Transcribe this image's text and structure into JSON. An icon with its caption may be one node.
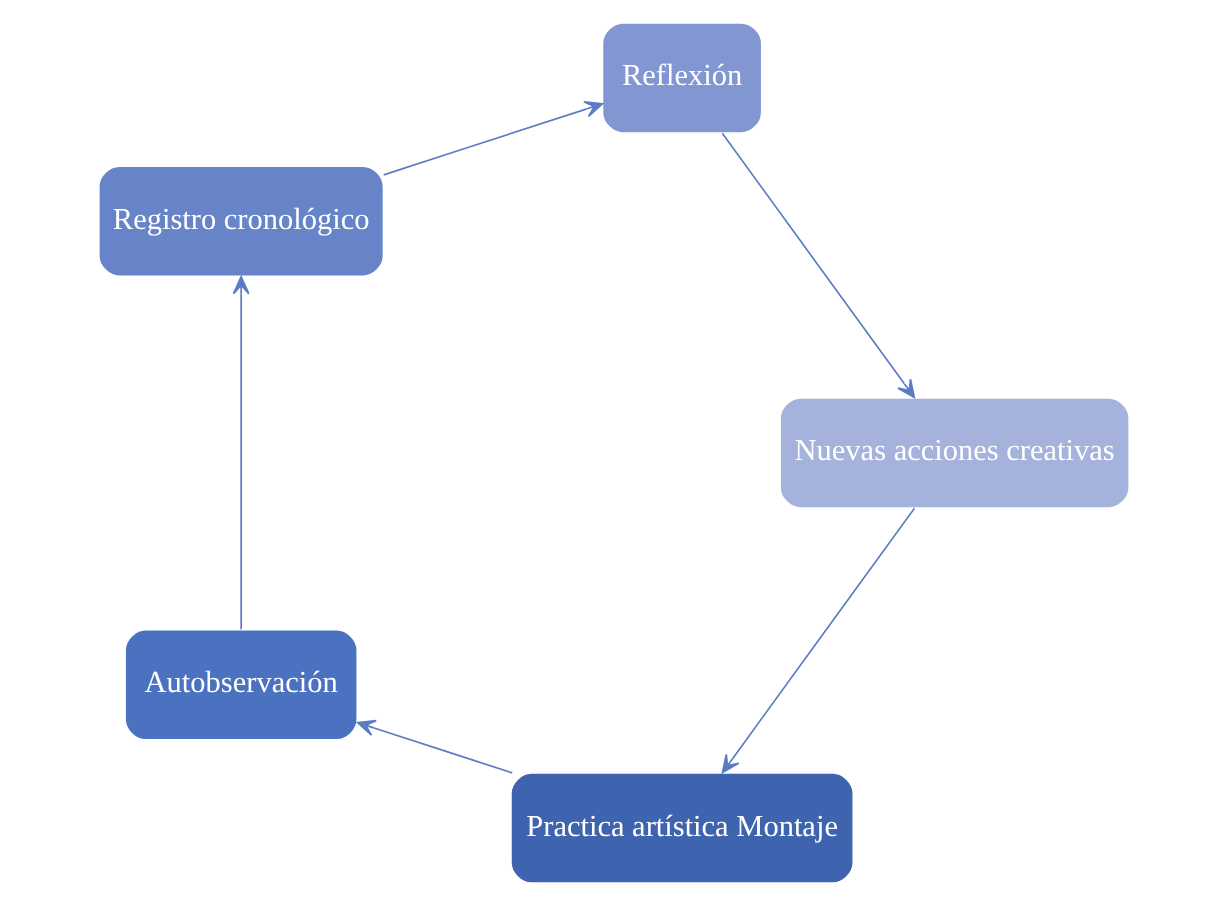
{
  "diagram": {
    "nodes": [
      {
        "text": [
          "Practica artística Montaje"
        ]
      },
      {
        "text": [
          "Autobservación"
        ]
      },
      {
        "text": [
          "Registro cronológico"
        ]
      },
      {
        "text": [
          "Reflexión"
        ]
      },
      {
        "text": [
          "Nuevas acciones creativas"
        ]
      }
    ],
    "edges": [
      {
        "from": 0,
        "to": 1,
        "arrow": "to"
      },
      {
        "from": 1,
        "to": 2,
        "arrow": "to"
      },
      {
        "from": 2,
        "to": 3,
        "arrow": "to"
      },
      {
        "from": 3,
        "to": 4,
        "arrow": "to"
      },
      {
        "from": 4,
        "to": 0,
        "arrow": "to"
      }
    ]
  }
}
